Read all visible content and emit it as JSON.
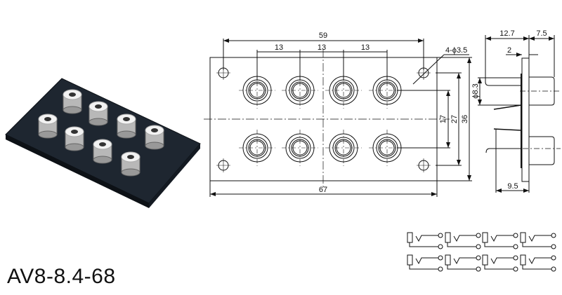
{
  "model": "AV8-8.4-68",
  "front_view": {
    "dim_overall_hole_span": "59",
    "dim_pitch_1": "13",
    "dim_pitch_2": "13",
    "dim_pitch_3": "13",
    "dim_mount_holes": "4-ϕ3.5",
    "dim_row_spacing": "17",
    "dim_hole_vertical": "27",
    "dim_height": "36",
    "dim_width": "67",
    "jack_count": 8
  },
  "side_view": {
    "dim_rear": "12.7",
    "dim_front": "7.5",
    "dim_plate": "2",
    "dim_jack_diameter": "ϕ8.3",
    "dim_pin": "9.5"
  },
  "colors": {
    "line": "#111111",
    "plate": "#1e2630",
    "jack_white": "#f2f2f2",
    "jack_metal": "#b8b8b8"
  }
}
